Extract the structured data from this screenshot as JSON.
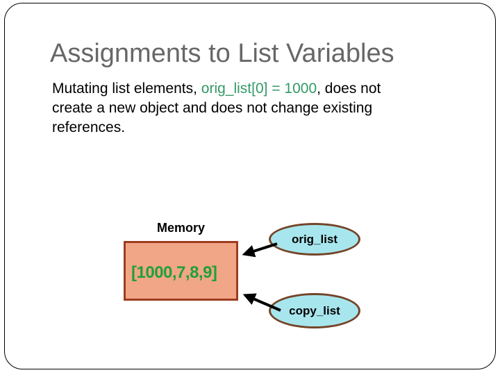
{
  "slide": {
    "title": "Assignments to List Variables",
    "body": {
      "line1_pre": "Mutating list elements, ",
      "code": "orig_list[0] = 1000",
      "line1_post": ", does not",
      "line2": "create a new object and does not change existing",
      "line3": "references."
    },
    "diagram": {
      "memory_label": "Memory",
      "list_value": "[1000,7,8,9]",
      "orig_label": "orig_list",
      "copy_label": "copy_list"
    },
    "colors": {
      "title_gray": "#676767",
      "body_text": "#000000",
      "code_green": "#339966",
      "list_value_green": "#21A038",
      "memory_box_fill": "#F1A687",
      "memory_box_border": "#9E3D20",
      "ellipse_fill": "#A8E6EE",
      "ellipse_border": "#744428",
      "arrow": "#000000",
      "slide_border": "#000000"
    }
  }
}
